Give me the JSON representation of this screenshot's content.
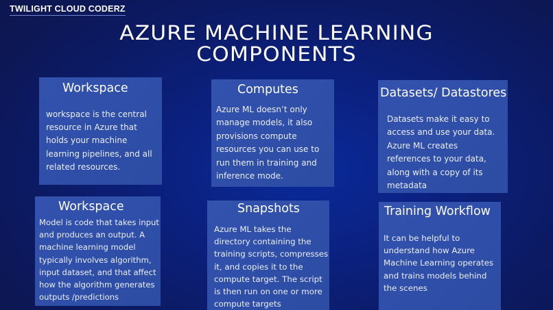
{
  "brand": "TWILIGHT CLOUD CODERZ",
  "title": {
    "line1": "AZURE MACHINE LEARNING",
    "line2": "COMPONENTS"
  },
  "colors": {
    "background": "#0c1a63",
    "card": "#2f4fa6",
    "text": "#ffffff",
    "brand_underline": "#6f86d6"
  },
  "cards": [
    {
      "title": "Workspace",
      "body": "workspace is the central resource in Azure that holds your machine learning pipelines, and all related resources."
    },
    {
      "title": "Computes",
      "body": "Azure ML doesn’t only manage models, it also provisions compute resources you can use to run them in training and inference mode."
    },
    {
      "title": "Datasets/ Datastores",
      "body": "Datasets make it easy to access and use your data. Azure ML creates references to your data, along with a copy of its metadata"
    },
    {
      "title": "Workspace",
      "body": "Model is code that takes input and produces an output. A machine learning model typically involves algorithm, input dataset, and that affect how the algorithm generates outputs /predictions"
    },
    {
      "title": "Snapshots",
      "body": "Azure ML takes the directory containing the training scripts, compresses it, and copies it to the compute target. The script is then run on one or more compute targets"
    },
    {
      "title": "Training Workflow",
      "body": "It can be helpful to understand how Azure Machine Learning operates and trains models behind the scenes"
    }
  ]
}
